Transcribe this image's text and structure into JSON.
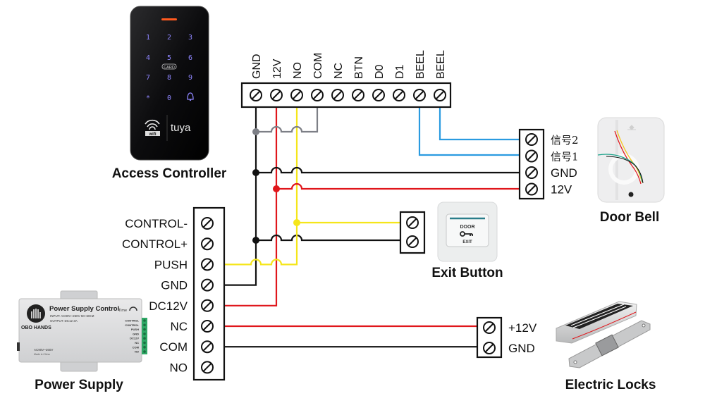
{
  "devices": {
    "access_controller": {
      "title": "Access Controller",
      "keypad": [
        "1",
        "2",
        "3",
        "4",
        "5",
        "6",
        "7",
        "8",
        "9",
        "*",
        "0",
        "bell"
      ],
      "card_label": "CARD",
      "wifi_label": "wifi",
      "brand": "tuya",
      "terminals": [
        "GND",
        "12V",
        "NO",
        "COM",
        "NC",
        "BTN",
        "D0",
        "D1",
        "BEEL",
        "BEEL"
      ]
    },
    "power_supply": {
      "title": "Power Supply",
      "panel_title": "Power Supply Control",
      "panel_input": "INPUT: AC90V~260V 50~60HZ",
      "panel_output": "OUTPUT: DC12 3A",
      "panel_brand": "OBO HANDS",
      "panel_time": "Time",
      "panel_ac": "AC90V~260V",
      "panel_made": "Made in China",
      "terminals": [
        "CONTROL-",
        "CONTROL+",
        "PUSH",
        "GND",
        "DC12V",
        "NC",
        "COM",
        "NO"
      ]
    },
    "door_bell": {
      "title": "Door Bell",
      "terminals": [
        "信号2",
        "信号1",
        "GND",
        "12V"
      ]
    },
    "exit_button": {
      "title": "Exit Button",
      "face_top": "DOOR",
      "face_bottom": "EXIT"
    },
    "electric_locks": {
      "title": "Electric Locks",
      "terminals": [
        "+12V",
        "GND"
      ]
    }
  },
  "wire_colors": {
    "gnd": "#111111",
    "v12": "#e0161b",
    "no": "#f5e61a",
    "com": "#7d7f86",
    "signal": "#2a9be0"
  },
  "wires": [
    {
      "from": "controller.GND",
      "to": "ground bus",
      "color": "gnd"
    },
    {
      "from": "controller.12V",
      "to": "12V bus",
      "color": "v12"
    },
    {
      "from": "controller.NO",
      "to": "exit_button.1 / power_supply.PUSH",
      "color": "no"
    },
    {
      "from": "controller.COM",
      "to": "ground bus",
      "color": "com"
    },
    {
      "from": "controller.BEEL",
      "to": "door_bell.信号1",
      "color": "signal"
    },
    {
      "from": "controller.BEEL",
      "to": "door_bell.信号2",
      "color": "signal"
    },
    {
      "from": "ground bus",
      "to": "door_bell.GND",
      "color": "gnd"
    },
    {
      "from": "12V bus",
      "to": "door_bell.12V",
      "color": "v12"
    },
    {
      "from": "ground bus",
      "to": "exit_button.2",
      "color": "gnd"
    },
    {
      "from": "power_supply.GND",
      "to": "ground bus",
      "color": "gnd"
    },
    {
      "from": "power_supply.DC12V",
      "to": "12V bus",
      "color": "v12"
    },
    {
      "from": "power_supply.NC",
      "to": "electric_locks.+12V",
      "color": "v12"
    },
    {
      "from": "power_supply.COM",
      "to": "electric_locks.GND",
      "color": "gnd"
    }
  ]
}
